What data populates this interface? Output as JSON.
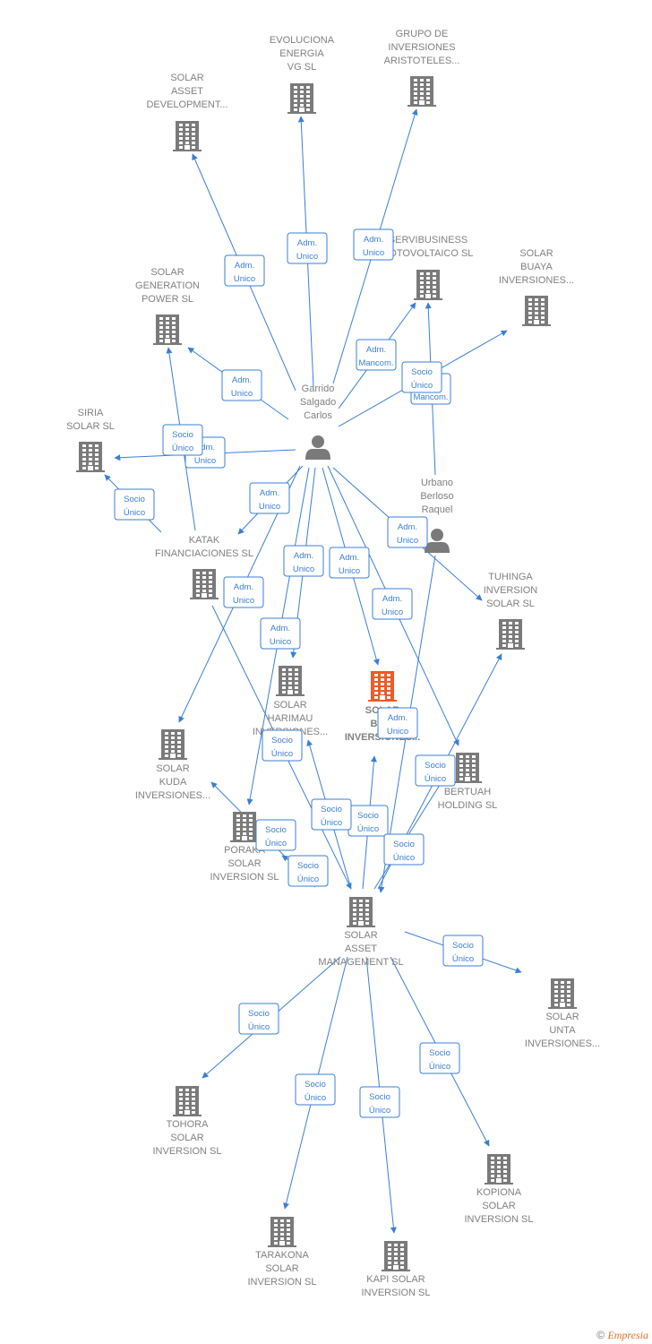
{
  "colors": {
    "edge": "#3a7fd5",
    "building": "#7a7a7a",
    "focus_building": "#f05a24",
    "label": "#808080",
    "person": "#7a7a7a"
  },
  "nodes": [
    {
      "id": "evoluciona",
      "type": "company",
      "lines": [
        "EVOLUCIONA",
        "ENERGIA",
        "VG  SL"
      ]
    },
    {
      "id": "grupo_inv",
      "type": "company",
      "lines": [
        "GRUPO DE",
        "INVERSIONES",
        "ARISTOTELES..."
      ]
    },
    {
      "id": "solar_asset_dev",
      "type": "company",
      "lines": [
        "SOLAR",
        "ASSET",
        "DEVELOPMENT..."
      ]
    },
    {
      "id": "servibusiness",
      "type": "company",
      "lines": [
        "SERVIBUSINESS",
        "FOTOVOLTAICO SL"
      ]
    },
    {
      "id": "solar_buaya",
      "type": "company",
      "lines": [
        "SOLAR",
        "BUAYA",
        "INVERSIONES..."
      ]
    },
    {
      "id": "solar_generation",
      "type": "company",
      "lines": [
        "SOLAR",
        "GENERATION",
        "POWER SL"
      ]
    },
    {
      "id": "garrido",
      "type": "person",
      "lines": [
        "Garrido",
        "Salgado",
        "Carlos"
      ]
    },
    {
      "id": "siria",
      "type": "company",
      "lines": [
        "SIRIA",
        "SOLAR SL"
      ]
    },
    {
      "id": "urbano",
      "type": "person",
      "lines": [
        "Urbano",
        "Berloso",
        "Raquel"
      ]
    },
    {
      "id": "katak",
      "type": "company",
      "lines": [
        "KATAK",
        "FINANCIACIONES SL"
      ]
    },
    {
      "id": "tuhinga",
      "type": "company",
      "lines": [
        "TUHINGA",
        "INVERSION",
        "SOLAR  SL"
      ]
    },
    {
      "id": "solar_harimau",
      "type": "company",
      "lines": [
        "SOLAR",
        "HARIMAU",
        "INVERSIONES..."
      ]
    },
    {
      "id": "solar_babi",
      "type": "focus",
      "lines": [
        "SOLAR",
        "BABI",
        "INVERSIONES..."
      ]
    },
    {
      "id": "solar_kuda",
      "type": "company",
      "lines": [
        "SOLAR",
        "KUDA",
        "INVERSIONES..."
      ]
    },
    {
      "id": "bertuah",
      "type": "company",
      "lines": [
        "BERTUAH",
        "HOLDING  SL"
      ]
    },
    {
      "id": "poraka",
      "type": "company",
      "lines": [
        "PORAKA",
        "SOLAR",
        "INVERSION  SL"
      ]
    },
    {
      "id": "solar_asset_mgmt",
      "type": "company",
      "lines": [
        "SOLAR",
        "ASSET",
        "MANAGEMENT SL"
      ]
    },
    {
      "id": "solar_unta",
      "type": "company",
      "lines": [
        "SOLAR",
        "UNTA",
        "INVERSIONES..."
      ]
    },
    {
      "id": "tohora",
      "type": "company",
      "lines": [
        "TOHORA",
        "SOLAR",
        "INVERSION  SL"
      ]
    },
    {
      "id": "kopiona",
      "type": "company",
      "lines": [
        "KOPIONA",
        "SOLAR",
        "INVERSION  SL"
      ]
    },
    {
      "id": "tarakona",
      "type": "company",
      "lines": [
        "TARAKONA",
        "SOLAR",
        "INVERSION  SL"
      ]
    },
    {
      "id": "kapi",
      "type": "company",
      "lines": [
        "KAPI SOLAR",
        "INVERSION  SL"
      ]
    }
  ],
  "edges": [
    {
      "from": "garrido",
      "to": "evoluciona",
      "label": [
        "Adm.",
        "Unico"
      ]
    },
    {
      "from": "garrido",
      "to": "grupo_inv",
      "label": [
        "Adm.",
        "Unico"
      ]
    },
    {
      "from": "garrido",
      "to": "solar_asset_dev",
      "label": [
        "Adm.",
        "Unico"
      ]
    },
    {
      "from": "garrido",
      "to": "servibusiness",
      "label": [
        "Adm.",
        "Mancom."
      ]
    },
    {
      "from": "urbano",
      "to": "servibusiness",
      "label": [
        "Adm.",
        "Mancom."
      ]
    },
    {
      "from": "garrido",
      "to": "solar_buaya",
      "label": [
        "Socio",
        "Único"
      ]
    },
    {
      "from": "garrido",
      "to": "solar_generation",
      "label": [
        "Adm.",
        "Unico"
      ]
    },
    {
      "from": "garrido",
      "to": "siria",
      "label": [
        "Adm.",
        "Unico"
      ]
    },
    {
      "from": "katak",
      "to": "siria",
      "label": [
        "Socio",
        "Único"
      ]
    },
    {
      "from": "katak",
      "to": "solar_generation",
      "label": [
        "Socio",
        "Único"
      ]
    },
    {
      "from": "garrido",
      "to": "katak",
      "label": [
        "Adm.",
        "Unico"
      ]
    },
    {
      "from": "garrido",
      "to": "tuhinga",
      "label": [
        "Adm.",
        "Unico"
      ]
    },
    {
      "from": "garrido",
      "to": "solar_harimau",
      "label": [
        "Adm.",
        "Unico"
      ]
    },
    {
      "from": "garrido",
      "to": "solar_babi",
      "label": [
        "Adm.",
        "Unico"
      ]
    },
    {
      "from": "garrido",
      "to": "solar_kuda",
      "label": [
        "Adm.",
        "Unico"
      ]
    },
    {
      "from": "garrido",
      "to": "bertuah",
      "label": [
        "Adm.",
        "Unico"
      ]
    },
    {
      "from": "garrido",
      "to": "poraka",
      "label": [
        "Adm.",
        "Unico"
      ]
    },
    {
      "from": "urbano",
      "to": "solar_asset_mgmt",
      "label": [
        "Adm.",
        "Unico"
      ]
    },
    {
      "from": "solar_asset_mgmt",
      "to": "solar_harimau",
      "label": [
        "Socio",
        "Único"
      ]
    },
    {
      "from": "solar_asset_mgmt",
      "to": "solar_kuda",
      "label": [
        "Socio",
        "Único"
      ]
    },
    {
      "from": "solar_asset_mgmt",
      "to": "poraka",
      "label": [
        "Socio",
        "Único"
      ]
    },
    {
      "from": "solar_asset_mgmt",
      "to": "solar_babi",
      "label": [
        "Socio",
        "Único"
      ]
    },
    {
      "from": "solar_asset_mgmt",
      "to": "bertuah",
      "label": [
        "Socio",
        "Único"
      ]
    },
    {
      "from": "solar_asset_mgmt",
      "to": "tuhinga",
      "label": [
        "Socio",
        "Único"
      ]
    },
    {
      "from": "solar_asset_mgmt",
      "to": "solar_unta",
      "label": [
        "Socio",
        "Único"
      ]
    },
    {
      "from": "solar_asset_mgmt",
      "to": "tohora",
      "label": [
        "Socio",
        "Único"
      ]
    },
    {
      "from": "solar_asset_mgmt",
      "to": "tarakona",
      "label": [
        "Socio",
        "Único"
      ]
    },
    {
      "from": "solar_asset_mgmt",
      "to": "kapi",
      "label": [
        "Socio",
        "Único"
      ]
    },
    {
      "from": "solar_asset_mgmt",
      "to": "kopiona",
      "label": [
        "Socio",
        "Único"
      ]
    },
    {
      "from": "katak",
      "to": "solar_asset_mgmt",
      "label": [
        "Socio",
        "Único"
      ]
    }
  ],
  "footer": {
    "copyright": "©",
    "brand": "Empresia"
  }
}
